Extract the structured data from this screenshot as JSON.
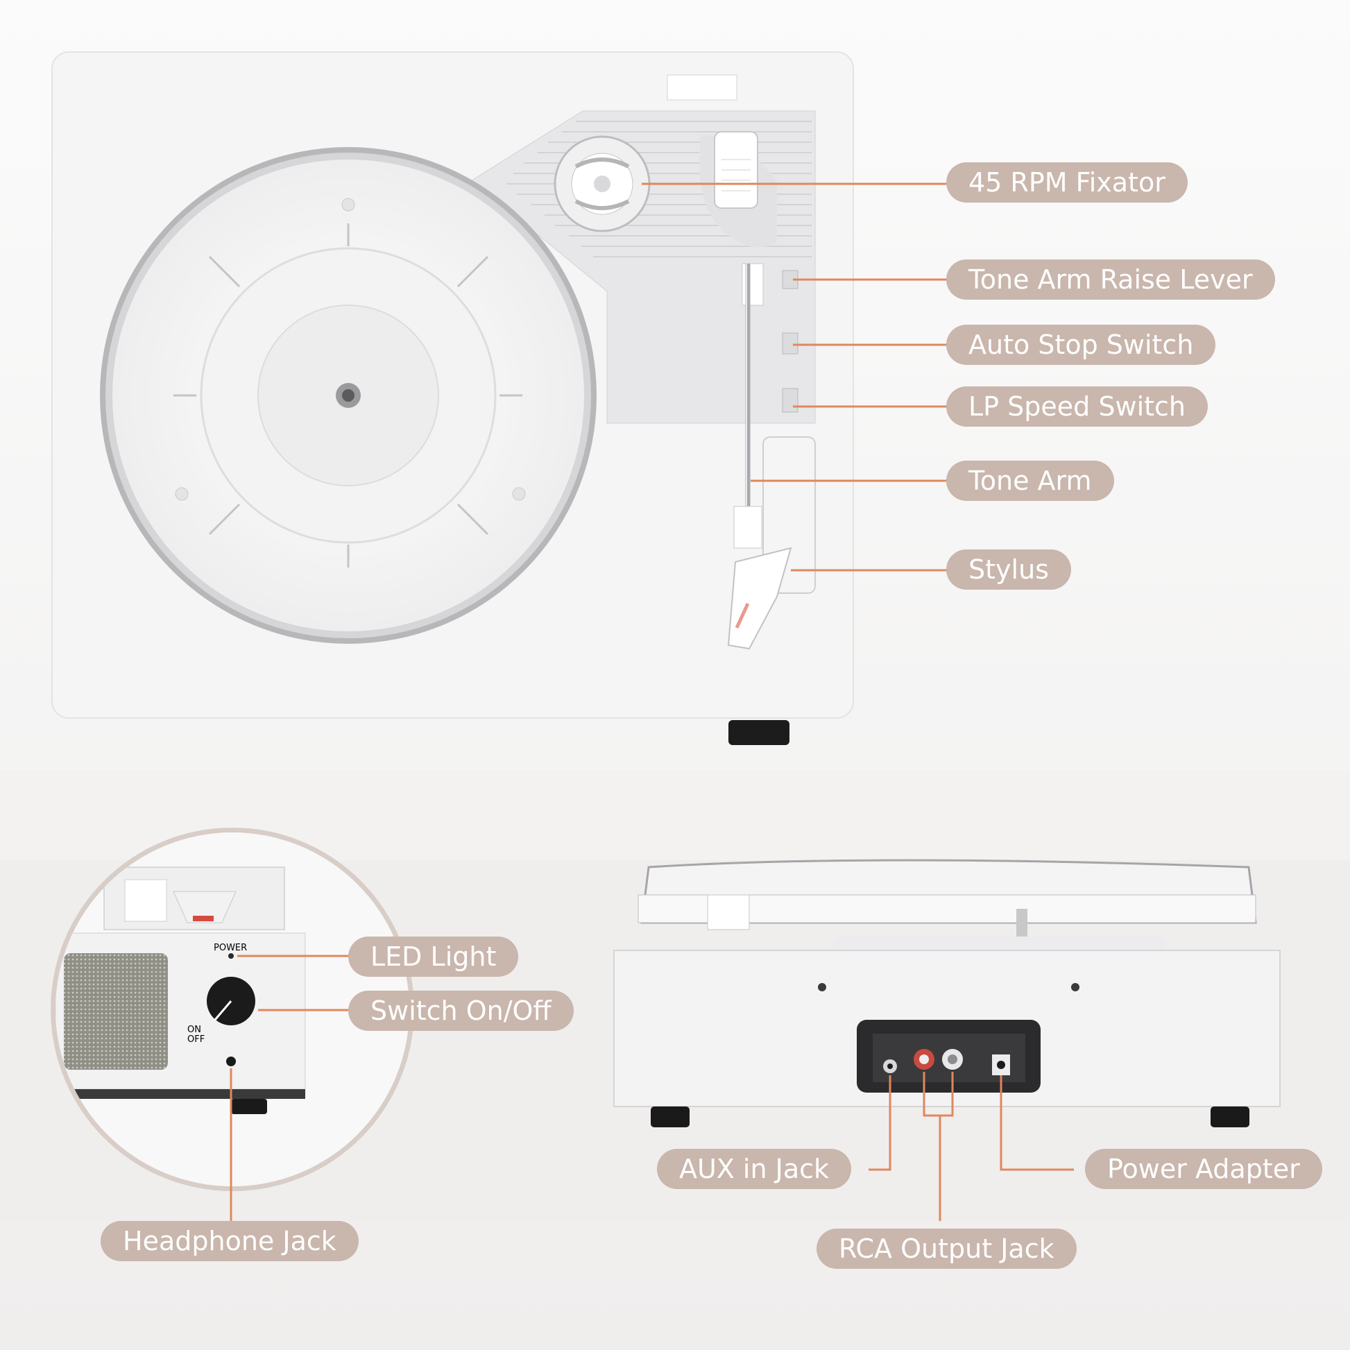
{
  "colors": {
    "label_bg": "#c9b6ac",
    "label_text": "#ffffff",
    "leader": "#e0875d",
    "body_white": "#f5f5f6"
  },
  "top_view": {
    "callouts": [
      "45 RPM Fixator",
      "Tone Arm Raise Lever",
      "Auto Stop Switch",
      "LP Speed Switch",
      "Tone Arm",
      "Stylus"
    ]
  },
  "side_view": {
    "panel_text": {
      "power": "POWER",
      "on": "ON",
      "off": "OFF"
    },
    "callouts": [
      "LED Light",
      "Switch On/Off",
      "Headphone Jack"
    ]
  },
  "rear_view": {
    "callouts": [
      "AUX in Jack",
      "Power Adapter",
      "RCA Output Jack"
    ]
  }
}
